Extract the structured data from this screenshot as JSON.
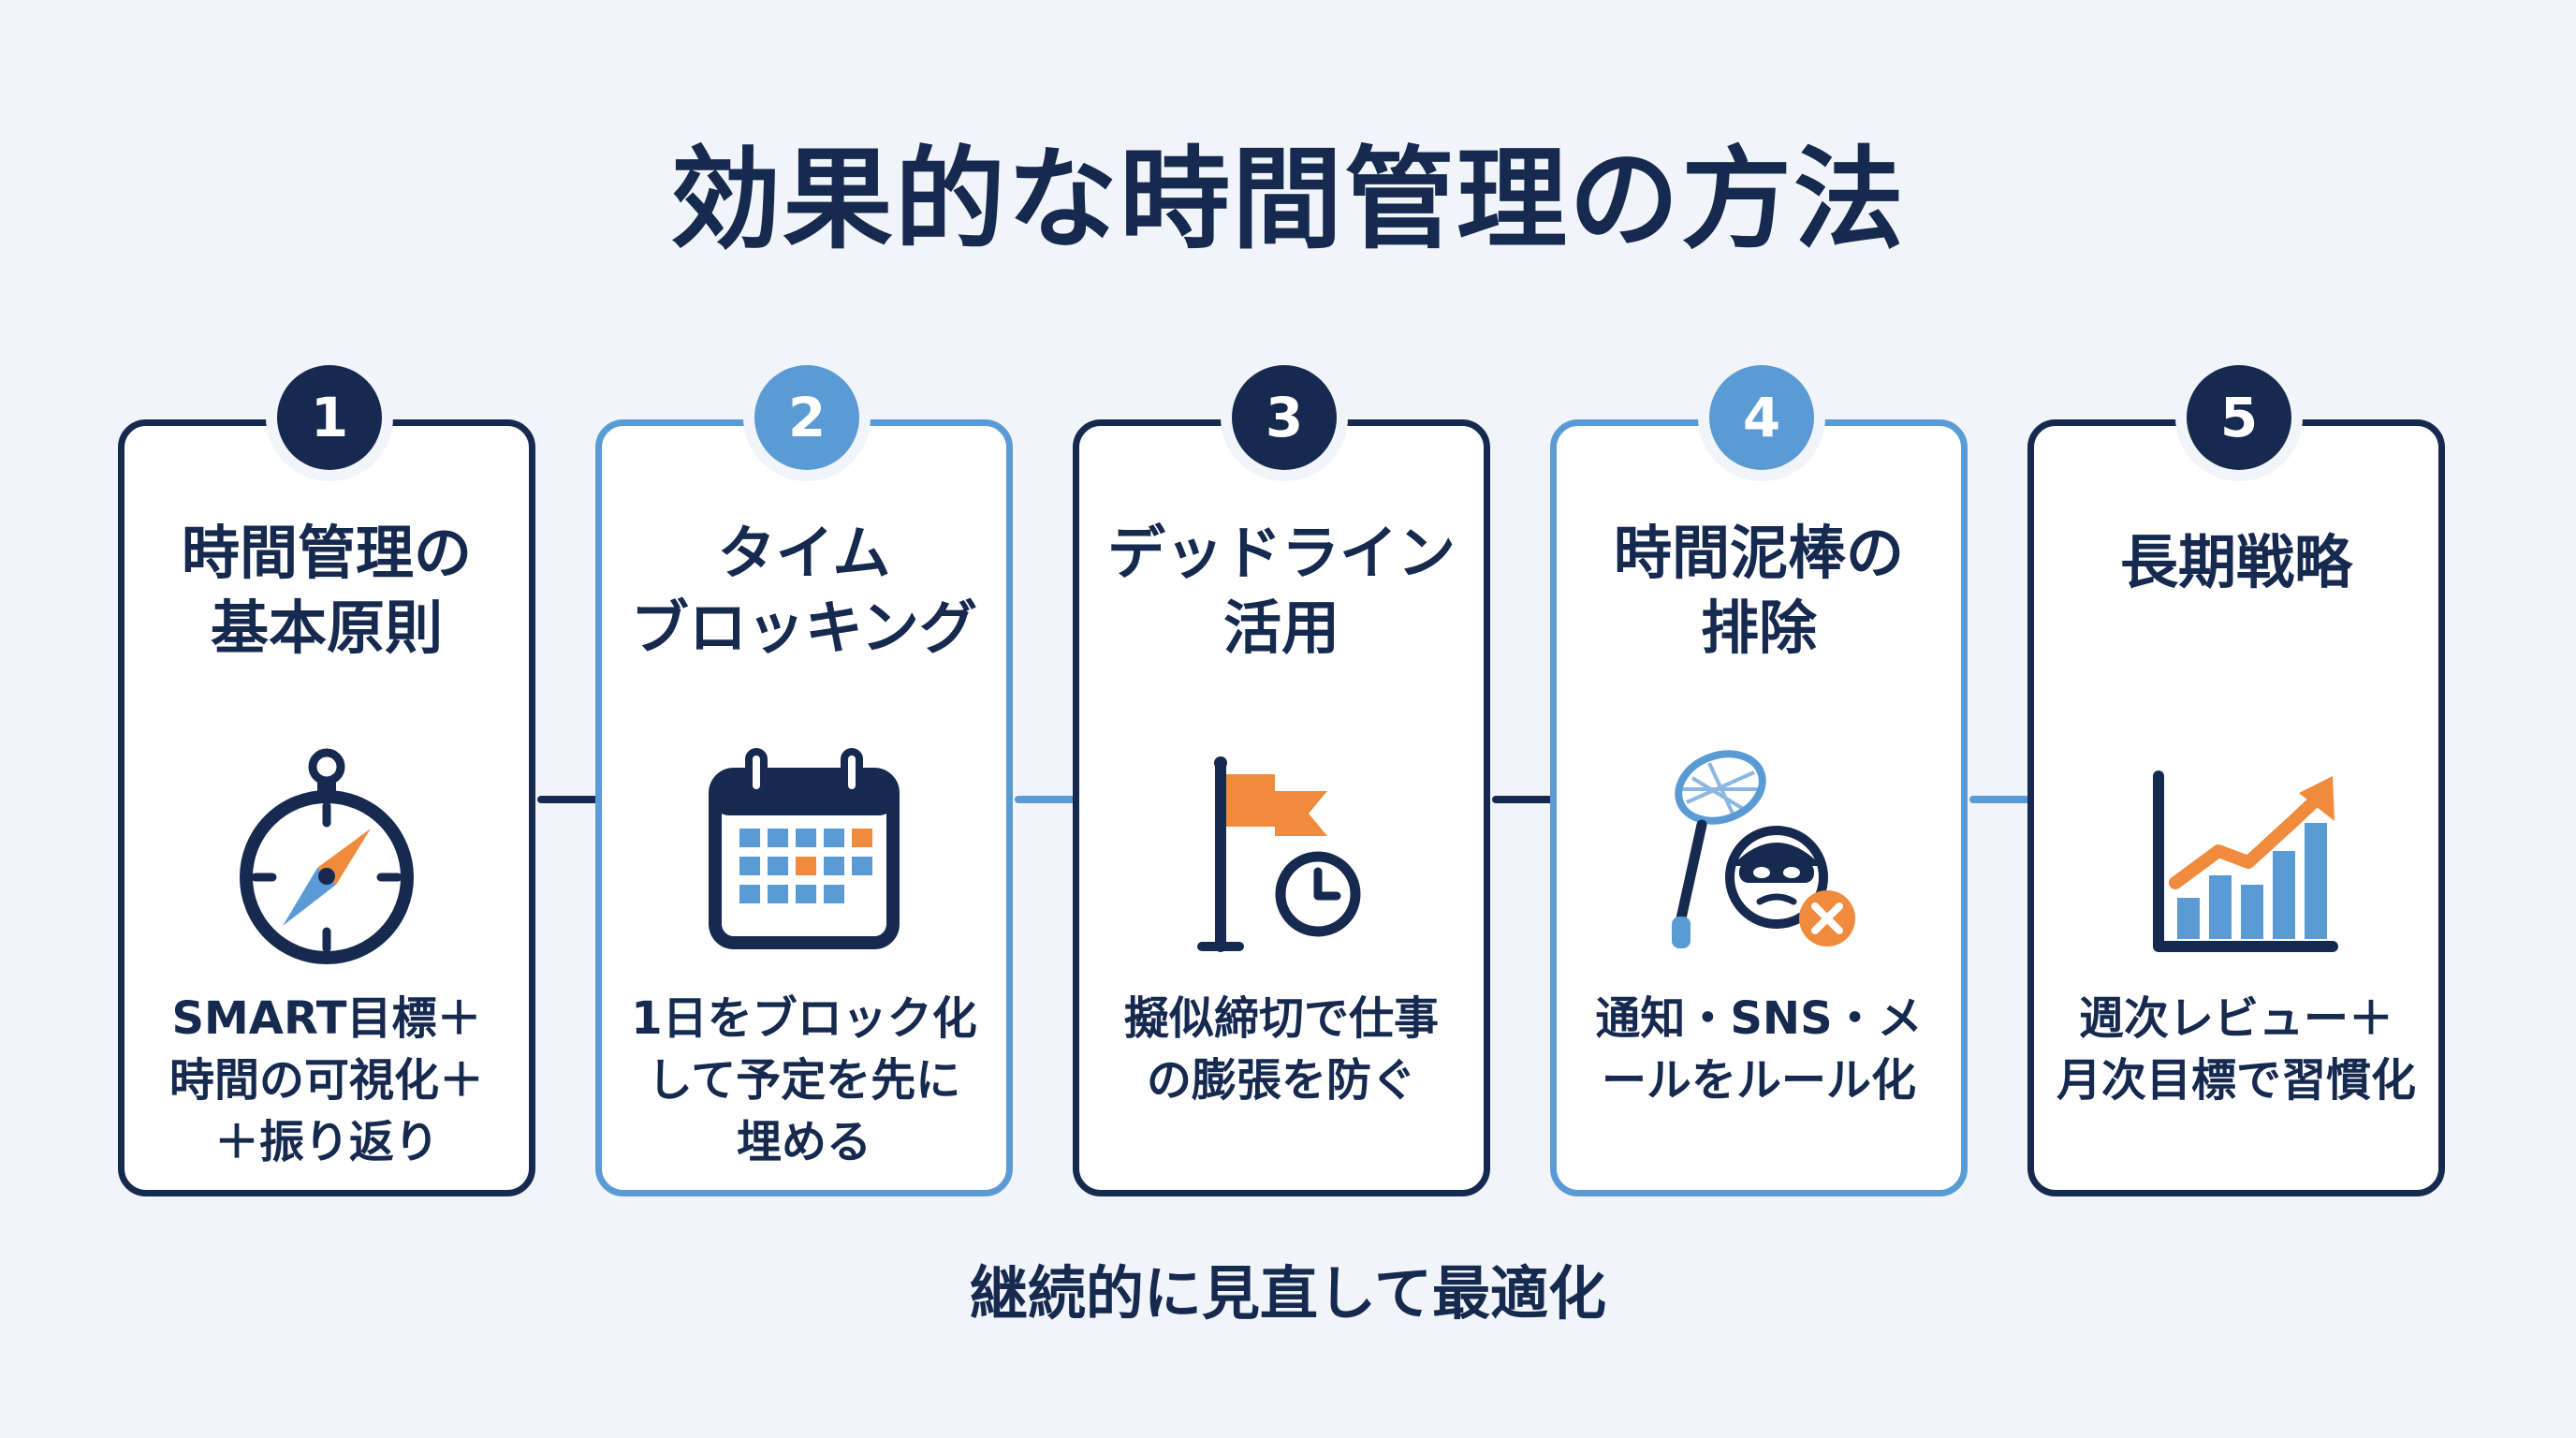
{
  "title": "効果的な時間管理の方法",
  "steps": [
    {
      "number": "1",
      "title": "時間管理の\n基本原則",
      "icon": "compass-icon",
      "description": "SMART目標＋\n時間の可視化＋\n＋振り返り"
    },
    {
      "number": "2",
      "title": "タイム\nブロッキング",
      "icon": "calendar-icon",
      "description": "1日をブロック化\nして予定を先に\n埋める"
    },
    {
      "number": "3",
      "title": "デッドライン\n活用",
      "icon": "flag-clock-icon",
      "description": "擬似締切で仕事\nの膨張を防ぐ"
    },
    {
      "number": "4",
      "title": "時間泥棒の\n排除",
      "icon": "net-thief-icon",
      "description": "通知・SNS・メ\nールをルール化"
    },
    {
      "number": "5",
      "title": "長期戦略",
      "icon": "growth-chart-icon",
      "description": "週次レビュー＋\n月次目標で習慣化"
    }
  ],
  "footer": "継続的に見直して最適化",
  "colors": {
    "navy": "#16294f",
    "light_blue": "#5b9bd5",
    "orange": "#f08a3c",
    "background": "#f1f4f8"
  }
}
